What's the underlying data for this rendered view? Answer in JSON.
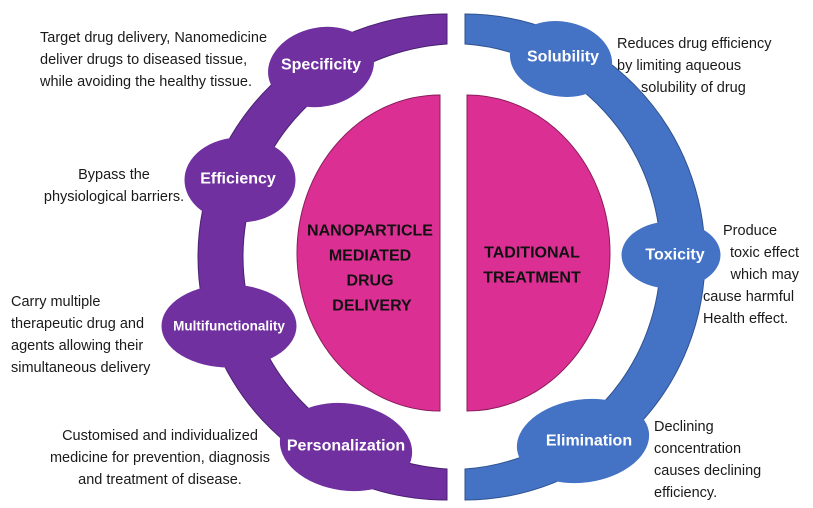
{
  "colors": {
    "left_ring": "#7030A0",
    "right_ring": "#4472C4",
    "center": "#DC2F93",
    "ring_border": "#4a2070",
    "right_border": "#2f528f",
    "center_border": "#8a1d5c"
  },
  "center": {
    "left_label_lines": [
      "NANOPARTICLE",
      "MEDIATED",
      "DRUG",
      "DELIVERY"
    ],
    "right_label_lines": [
      "TADITIONAL",
      "TREATMENT"
    ]
  },
  "left_nodes": [
    {
      "label": "Specificity",
      "description_lines": [
        "Target drug delivery, Nanomedicine",
        "deliver drugs to diseased tissue,",
        "while avoiding the healthy tissue."
      ]
    },
    {
      "label": "Efficiency",
      "description_lines": [
        "Bypass the",
        "physiological barriers."
      ]
    },
    {
      "label": "Multifunctionality",
      "description_lines": [
        "Carry multiple",
        "therapeutic drug and",
        "agents allowing their",
        "simultaneous delivery"
      ]
    },
    {
      "label": "Personalization",
      "description_lines": [
        "Customised and individualized",
        "medicine for prevention, diagnosis",
        "and treatment of disease."
      ]
    }
  ],
  "right_nodes": [
    {
      "label": "Solubility",
      "description_lines": [
        "Reduces drug efficiency",
        "by limiting aqueous",
        "solubility of drug"
      ]
    },
    {
      "label": "Toxicity",
      "description_lines": [
        "Produce",
        "toxic effect",
        "which may",
        "cause harmful",
        "Health effect."
      ]
    },
    {
      "label": "Elimination",
      "description_lines": [
        "Declining",
        "concentration",
        "causes declining",
        "efficiency."
      ]
    }
  ]
}
